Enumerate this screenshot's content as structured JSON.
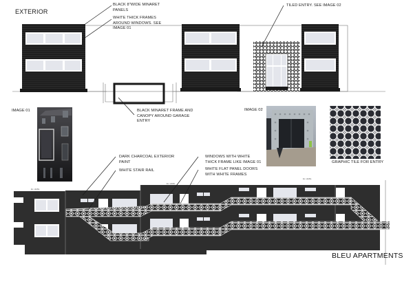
{
  "board": {
    "section_title": "EXTERIOR",
    "project_title": "BLEU APARTMENTS"
  },
  "upper_elevation": {
    "callouts": [
      {
        "id": "minaret-panels",
        "text": [
          "BLACK 8\"WIDE MINARET",
          "PANELS"
        ]
      },
      {
        "id": "window-frames",
        "text": [
          "WHITE THICK FRAMES",
          "AROUND WINDOWS. SEE",
          "IMAGE 01"
        ]
      },
      {
        "id": "tiled-entry",
        "text": [
          "TILED ENTRY. SEE IMAGE 02"
        ]
      },
      {
        "id": "garage-frame",
        "text": [
          "BLACK MINARET FRAME AND",
          "CANOPY AROUND GARAGE",
          "ENTRY"
        ]
      }
    ]
  },
  "reference_images": [
    {
      "id": "image-01",
      "label": "IMAGE 01",
      "description": "dark multi-storey townhouse facade with thick white-framed windows"
    },
    {
      "id": "image-02",
      "label": "IMAGE 02",
      "description": "storefront entry clad in patterned grey-white tile"
    },
    {
      "id": "tile",
      "label": "",
      "caption": "GRAPHIC TILE  FOR ENTRY",
      "description": "black and white circle-quatrefoil tile pattern"
    }
  ],
  "lower_elevation": {
    "callouts": [
      {
        "id": "charcoal-paint",
        "text": [
          "DARK CHARCOAL EXTERIOR",
          "PAINT"
        ]
      },
      {
        "id": "stair-rail",
        "text": [
          "WHITE STAIR RAIL"
        ]
      },
      {
        "id": "windows-white-frame",
        "text": [
          "WINDOWS WITH WHITE",
          "THICK FRAME LIKE IMAGE 01"
        ]
      },
      {
        "id": "flat-panel-doors",
        "text": [
          "WHITE FLAT PANEL DOORS",
          "WITH WHITE FRAMES"
        ]
      }
    ]
  },
  "colors": {
    "panel_black": "#1e1e1e",
    "charcoal": "#2e2e2e",
    "window_fill": "#e4e6ec",
    "frame_white": "#ffffff",
    "line": "#555555"
  }
}
